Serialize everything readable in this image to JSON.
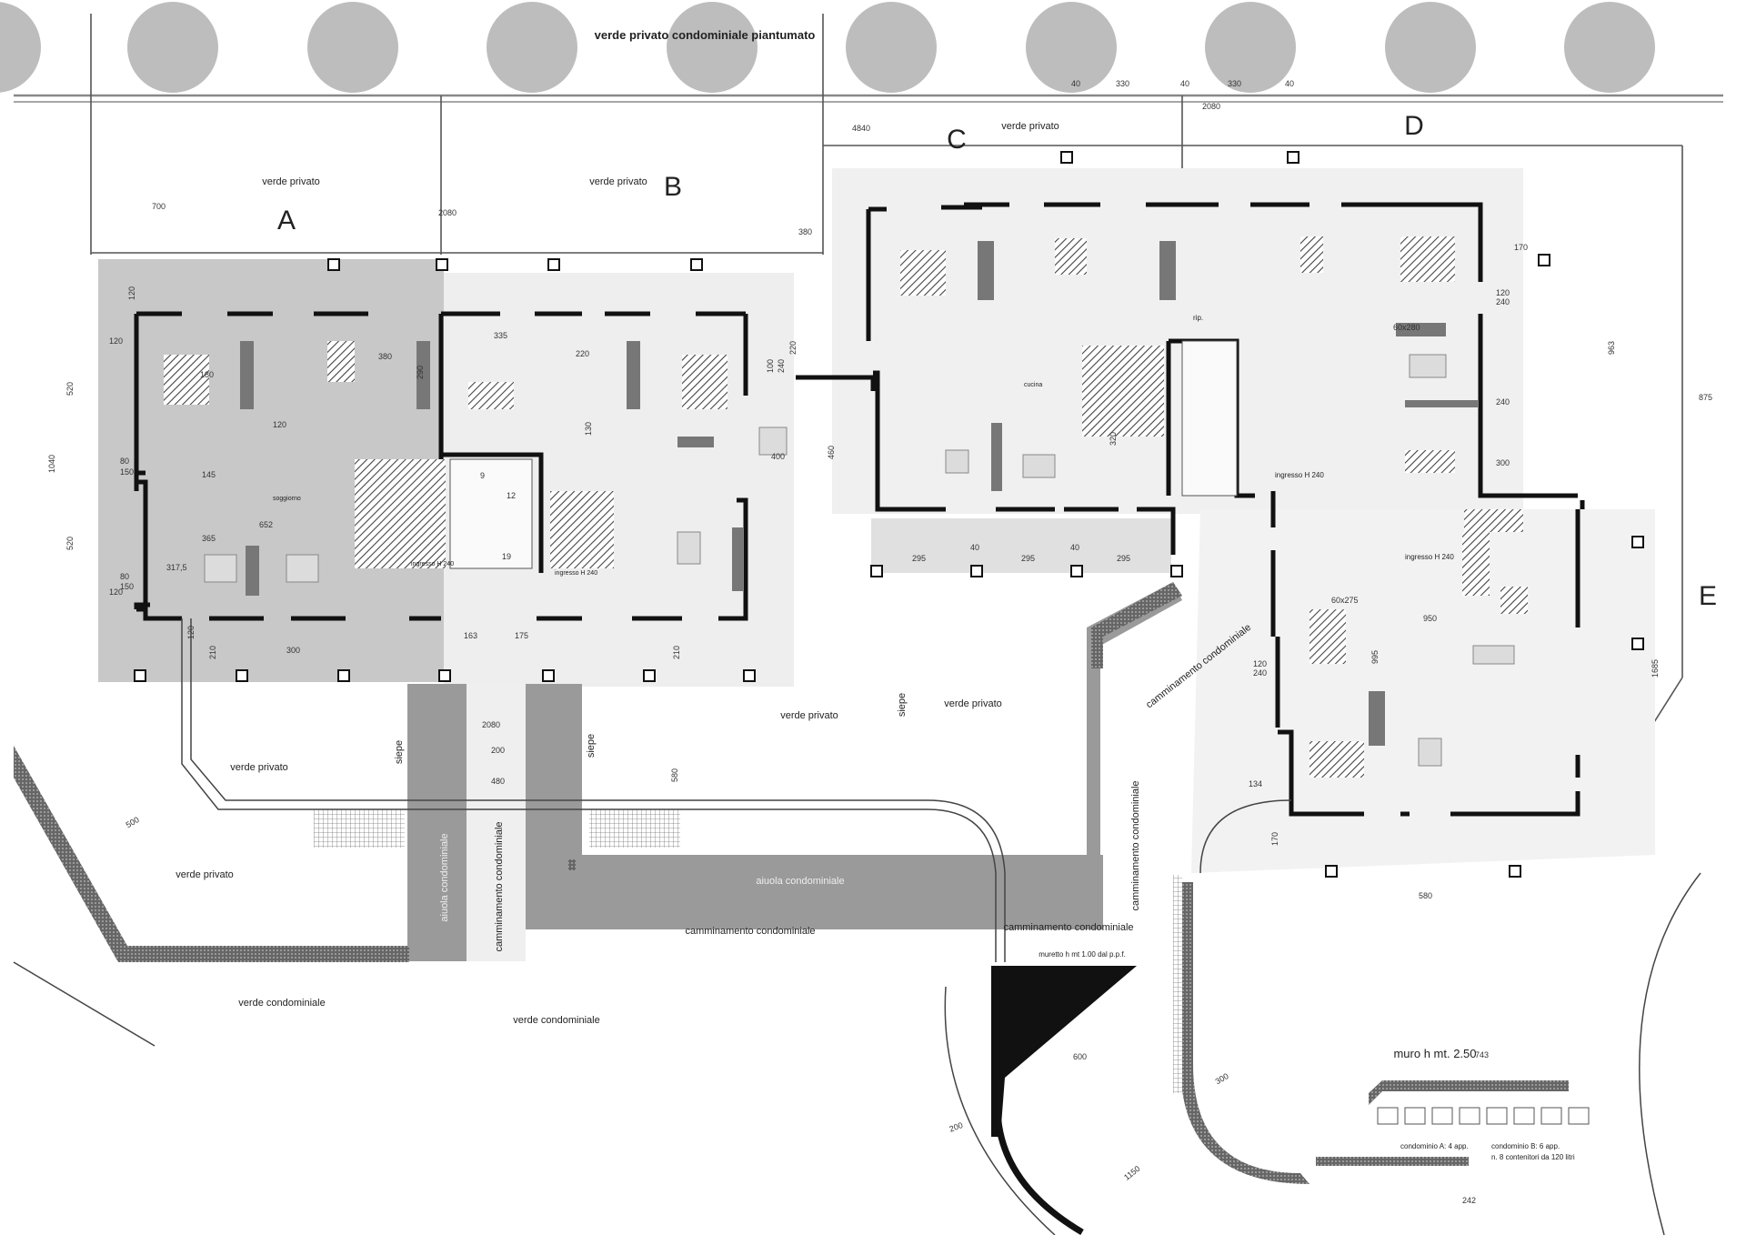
{
  "labels": {
    "top_green": "verde privato condominiale piantumato",
    "blocks": [
      "A",
      "B",
      "C",
      "D",
      "E"
    ],
    "areas": [
      "verde privato",
      "verde privato",
      "verde privato",
      "verde privato",
      "verde privato",
      "verde privato",
      "verde privato",
      "verde condominiale",
      "verde condominiale",
      "camminamento condominiale",
      "camminamento condominiale",
      "camminamento condominiale",
      "camminamento condominiale",
      "camminamento condominiale",
      "aiuola condominiale",
      "aiuola condominiale",
      "siepe",
      "siepe",
      "siepe"
    ],
    "wall_note": "muretto h mt 1.00 dal p.p.f.",
    "wall_title": "muro h mt. 2.50",
    "bins_note_1": "condominio A: 4 app.",
    "bins_note_2": "condominio B: 6 app.",
    "bins_note_3": "n. 8 contenitori da 120 litri",
    "rooms": [
      "soggiorno",
      "cucina",
      "ingresso H 240",
      "ingresso H 240",
      "ingresso H 240",
      "ingresso H 240",
      "rip."
    ]
  },
  "dimensions": [
    "40",
    "330",
    "40",
    "330",
    "40",
    "2080",
    "4840",
    "700",
    "2080",
    "380",
    "520",
    "1040",
    "520",
    "120",
    "120",
    "80",
    "150",
    "120",
    "240",
    "380",
    "335",
    "290",
    "220",
    "130",
    "100",
    "240",
    "220",
    "400",
    "460",
    "170",
    "120",
    "240",
    "963",
    "875",
    "300",
    "320",
    "120",
    "145",
    "365",
    "652",
    "317,5",
    "80",
    "150",
    "120",
    "210",
    "300",
    "210",
    "163",
    "175",
    "2080",
    "200",
    "480",
    "580",
    "500",
    "295",
    "40",
    "295",
    "40",
    "295",
    "950",
    "995",
    "60x275",
    "134",
    "120",
    "240",
    "1150",
    "200",
    "600",
    "300",
    "743",
    "242",
    "1685",
    "170",
    "580",
    "9",
    "12",
    "19",
    "60x280",
    "180"
  ],
  "colors": {
    "wall": "#111111",
    "hatch": "#555555",
    "courtyard_grey": "#c8c8c8",
    "light_grey": "#ececec",
    "path_grey": "#9a9a9a",
    "tree_grey": "#bdbdbd"
  }
}
